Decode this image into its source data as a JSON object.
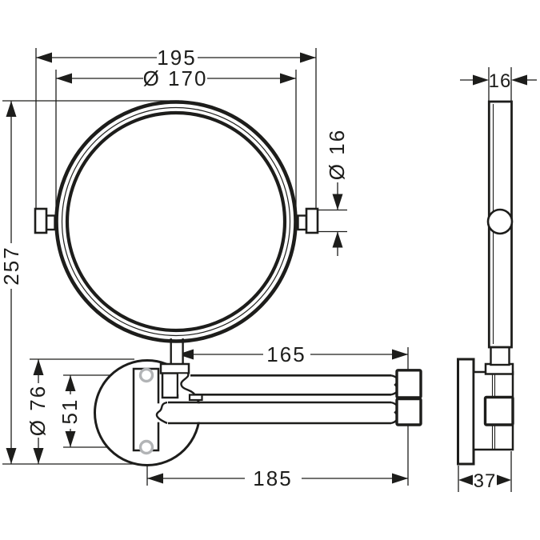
{
  "drawing": {
    "background": "#ffffff",
    "line_color": "#1d1d1b",
    "screw_color": "#b2b4b6",
    "front_view": {
      "dimensions": {
        "overall_width": "195",
        "mirror_diameter": "Ø 170",
        "knob_diameter": "Ø 16",
        "overall_height": "257",
        "arm_reach": "165",
        "wall_plate_diameter": "Ø 76",
        "screw_spacing": "51",
        "arm_length": "185"
      }
    },
    "side_view": {
      "dimensions": {
        "profile_width": "16",
        "wall_plate_depth": "37"
      }
    }
  }
}
